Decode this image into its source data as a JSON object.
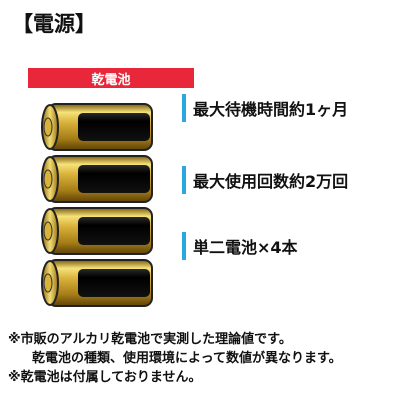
{
  "header": {
    "title": "【電源】"
  },
  "badge": {
    "label": "乾電池"
  },
  "specs": [
    {
      "text": "最大待機時間約1ヶ月"
    },
    {
      "text": "最大使用回数約2万回"
    },
    {
      "text": "単二電池×4本"
    }
  ],
  "notes": [
    "※市販のアルカリ乾電池で実測した理論値です。",
    "乾電池の種類、使用環境によって数値が異なります。",
    "※乾電池は付属しておりません。"
  ],
  "colors": {
    "badge": "#e8283a",
    "accent_bar": "#2aa9e0",
    "battery_gold": "#c9a227",
    "battery_band": "#111111"
  },
  "illustration": {
    "battery_count": 4,
    "icon": "battery-icon"
  }
}
